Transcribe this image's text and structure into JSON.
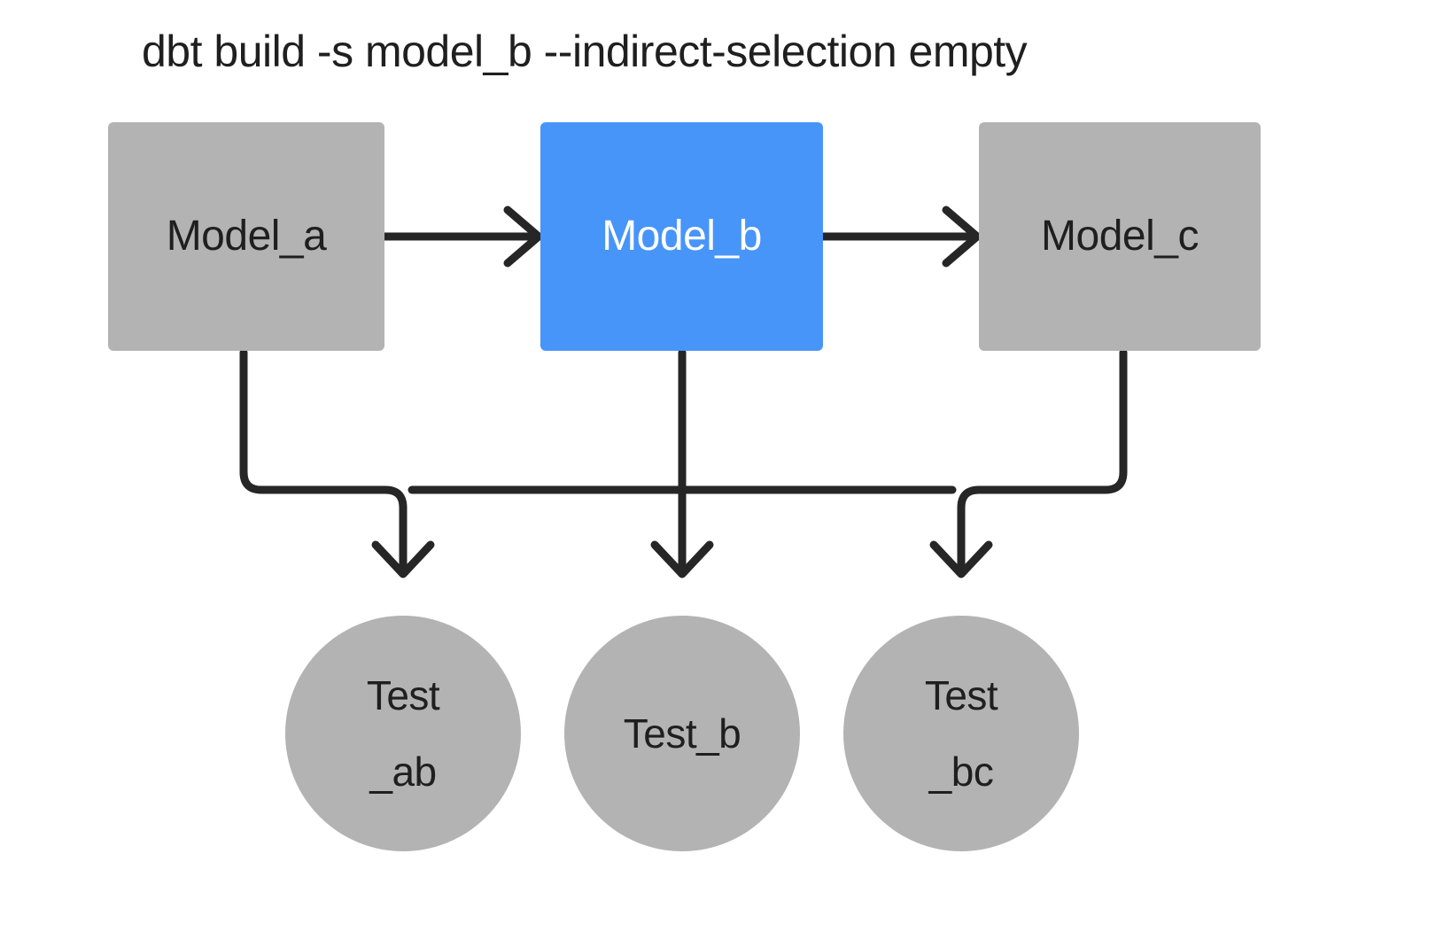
{
  "title": "dbt build -s model_b --indirect-selection empty",
  "colors": {
    "background": "#ffffff",
    "node_gray": "#b3b3b3",
    "node_selected_blue": "#4795f8",
    "edge_black": "#262626",
    "text_dark": "#1f1f1f",
    "text_light": "#ffffff"
  },
  "models": [
    {
      "id": "model_a",
      "label": "Model_a",
      "state": "unselected"
    },
    {
      "id": "model_b",
      "label": "Model_b",
      "state": "selected"
    },
    {
      "id": "model_c",
      "label": "Model_c",
      "state": "unselected"
    }
  ],
  "tests": [
    {
      "id": "test_ab",
      "label_line1": "Test",
      "label_line2": "_ab",
      "full_label": "Test_ab"
    },
    {
      "id": "test_b",
      "label_line1": "Test_b",
      "label_line2": "",
      "full_label": "Test_b"
    },
    {
      "id": "test_bc",
      "label_line1": "Test",
      "label_line2": "_bc",
      "full_label": "Test_bc"
    }
  ],
  "edges": [
    {
      "from": "model_a",
      "to": "model_b",
      "style": "arrow-right"
    },
    {
      "from": "model_b",
      "to": "model_c",
      "style": "arrow-right"
    },
    {
      "from": "model_a",
      "to": "test_ab",
      "style": "elbow-down"
    },
    {
      "from": "model_b",
      "to": "test_ab",
      "style": "elbow-down"
    },
    {
      "from": "model_b",
      "to": "test_b",
      "style": "straight-down"
    },
    {
      "from": "model_b",
      "to": "test_bc",
      "style": "elbow-down"
    },
    {
      "from": "model_c",
      "to": "test_bc",
      "style": "elbow-down"
    }
  ]
}
